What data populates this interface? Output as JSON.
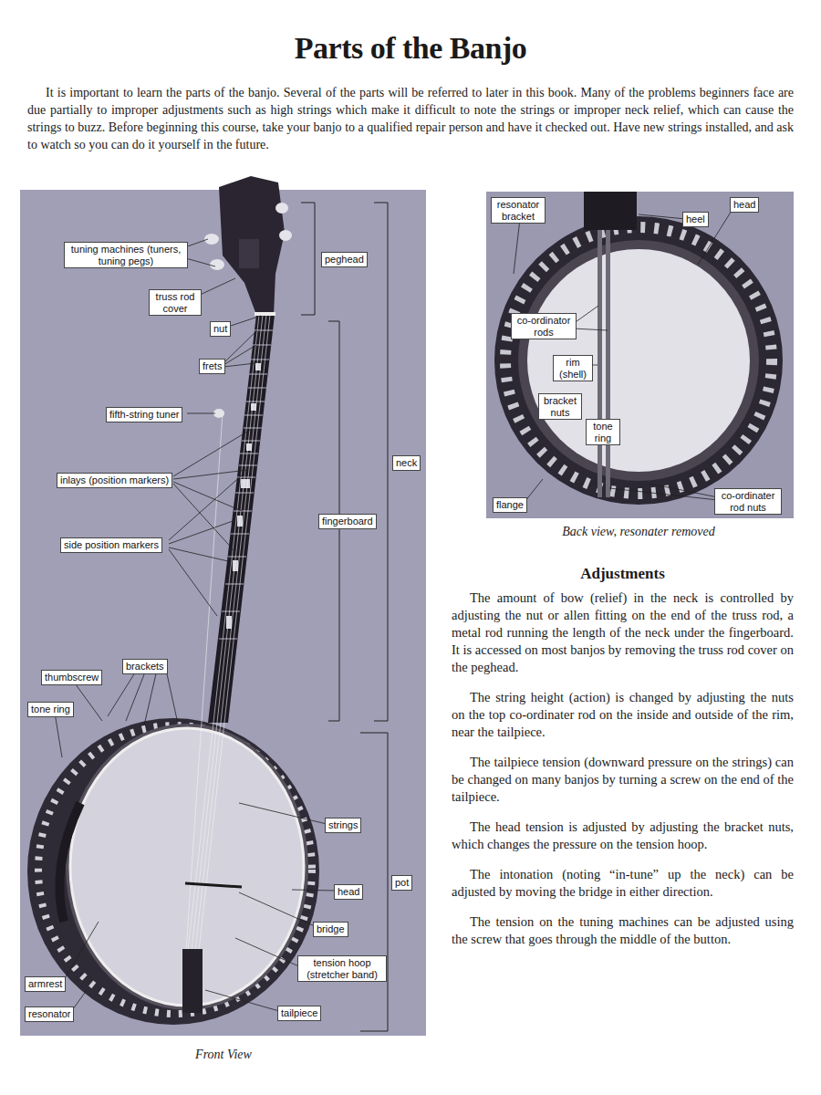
{
  "diagram": {
    "title": "Parts of the Banjo",
    "labels": [
      "It is important to learn the parts of the banjo. Several of the parts will be referred to later in this book. Many of the problems beginners face are due partially to improper adjustments such as high strings which make it difficult to note the strings or improper neck relief, which can cause the strings to buzz. Before beginning this course, take your banjo to a qualified repair person and have it checked out. Have new strings installed, and ask to watch so you can do it yourself in the future.",
      "tuning machines (tuners, tuning pegs)",
      "truss rod cover",
      "nut",
      "frets",
      "fifth-string tuner",
      "inlays (position markers)",
      "side position markers",
      "brackets",
      "thumbscrew",
      "tone ring",
      "peghead",
      "fingerboard",
      "neck",
      "strings",
      "head",
      "pot",
      "bridge",
      "tension hoop (stretcher band)",
      "armrest",
      "resonator",
      "tailpiece",
      "Front View",
      "resonator bracket",
      "heel",
      "head",
      "co-ordinator rods",
      "rim (shell)",
      "bracket nuts",
      "tone ring",
      "flange",
      "co-ordinater rod nuts",
      "Back view, resonater removed",
      "Adjustments",
      "The amount of bow (relief) in the neck is controlled by adjusting the nut or allen fitting on the end of the truss rod, a metal rod running the length of the neck under the fingerboard. It is accessed on most banjos by removing the truss rod cover on the peghead.",
      "The string height (action) is changed by adjusting the nuts on the top co-ordinater rod on the inside and outside of the rim, near the tailpiece.",
      "The tailpiece tension (downward pressure on the strings) can be changed on many banjos by turning a screw on the end of the tailpiece.",
      "The head tension is adjusted by adjusting the bracket nuts, which changes the pressure on the tension hoop.",
      "The intonation (noting “in-tune” up the neck) can be adjusted by moving the bridge in either direction.",
      "The tension on the tuning machines can be adjusted using the screw that goes through the middle of the button."
    ]
  }
}
